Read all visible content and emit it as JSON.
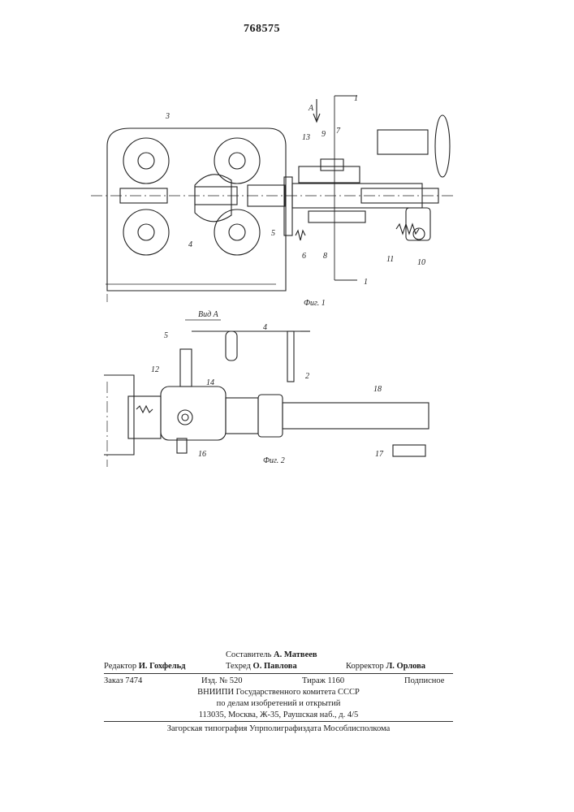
{
  "document": {
    "number": "768575"
  },
  "figures": {
    "fig1_caption": "Фиг. 1",
    "fig2_caption": "Фиг. 2",
    "view_label": "Вид А",
    "arrow_label": "А",
    "section_mark": "1",
    "labels_fig1": [
      "3",
      "13",
      "9",
      "7",
      "4",
      "5",
      "6",
      "8",
      "11",
      "10",
      "1"
    ],
    "labels_fig2": [
      "5",
      "4",
      "2",
      "12",
      "14",
      "18",
      "16",
      "17"
    ]
  },
  "imprint": {
    "compiler_label": "Составитель",
    "compiler_name": "А. Матвеев",
    "editor_label": "Редактор",
    "editor_name": "И. Гохфельд",
    "techred_label": "Техред",
    "techred_name": "О. Павлова",
    "corrector_label": "Корректор",
    "corrector_name": "Л. Орлова",
    "order": "Заказ 7474",
    "edition": "Изд. № 520",
    "circulation": "Тираж 1160",
    "subscription": "Подписное",
    "org_line1": "ВНИИПИ Государственного комитета СССР",
    "org_line2": "по делам изобретений и открытий",
    "org_address": "113035, Москва, Ж-35, Раушская наб., д. 4/5",
    "printer": "Загорская типография Упрполиграфиздата Мособлисполкома"
  }
}
